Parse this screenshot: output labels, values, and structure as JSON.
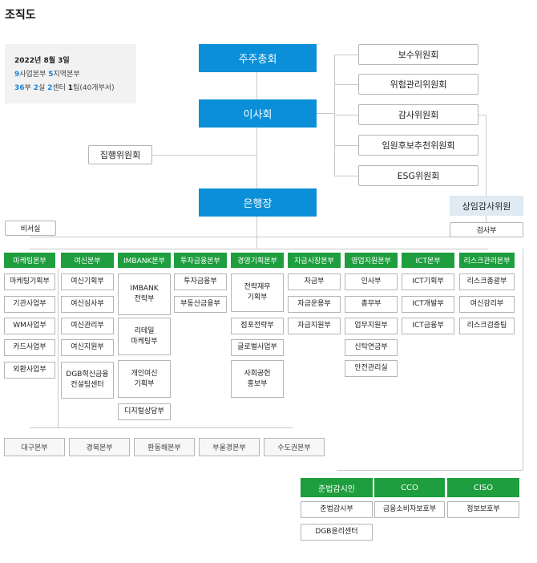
{
  "page_title": "조직도",
  "info": {
    "date": "2022년 8월 3일",
    "n1": "9",
    "t1": "사업본부 ",
    "n2": "5",
    "t2": "지역본부",
    "n3": "36",
    "t3": "부 ",
    "n4": "2",
    "t4": "실 ",
    "n5": "2",
    "t5": "센터 ",
    "n6": "1",
    "t6": "팀(40개부서)"
  },
  "top": {
    "shareholders": "주주총회",
    "board": "이사회",
    "executive_committee": "집행위원회",
    "ceo": "은행장",
    "standing_auditor": "상임감사위원",
    "audit_dept": "검사부"
  },
  "committees": [
    "보수위원회",
    "위험관리위원회",
    "감사위원회",
    "임원후보추천위원회",
    "ESG위원회"
  ],
  "secretariat": "비서실",
  "divisions": [
    {
      "name": "마케팅본부",
      "depts": [
        "마케팅기획부",
        "기관사업부",
        "WM사업부",
        "카드사업부",
        "외환사업부"
      ]
    },
    {
      "name": "여신본부",
      "depts": [
        "여신기획부",
        "여신심사부",
        "여신관리부",
        "여신지원부",
        "DGB혁신금융\n컨설팅센터"
      ]
    },
    {
      "name": "IMBANK본부",
      "depts": [
        "IMBANK\n전략부",
        "리테일\n마케팅부",
        "개인여신\n기획부",
        "디지털상담부"
      ]
    },
    {
      "name": "투자금융본부",
      "depts": [
        "투자금융부",
        "부동산금융부"
      ]
    },
    {
      "name": "경영기획본부",
      "depts": [
        "전략재무\n기획부",
        "점포전략부",
        "글로벌사업부",
        "사회공헌\n홍보부"
      ]
    },
    {
      "name": "자금시장본부",
      "depts": [
        "자금부",
        "자금운용부",
        "자금지원부"
      ]
    },
    {
      "name": "영업지원본부",
      "depts": [
        "인사부",
        "총무부",
        "업무지원부",
        "신탁연금부",
        "안전관리실"
      ]
    },
    {
      "name": "ICT본부",
      "depts": [
        "ICT기획부",
        "ICT개발부",
        "ICT금융부"
      ]
    },
    {
      "name": "리스크관리본부",
      "depts": [
        "리스크총괄부",
        "여신감리부",
        "리스크검증팀"
      ]
    }
  ],
  "regions": [
    "대구본부",
    "경북본부",
    "환동해본부",
    "부울경본부",
    "수도권본부"
  ],
  "officers": [
    {
      "name": "준법감시인",
      "depts": [
        "준법감시부",
        "DGB윤리센터"
      ]
    },
    {
      "name": "CCO",
      "depts": [
        "금융소비자보호부"
      ]
    },
    {
      "name": "CISO",
      "depts": [
        "정보보호부"
      ]
    }
  ]
}
